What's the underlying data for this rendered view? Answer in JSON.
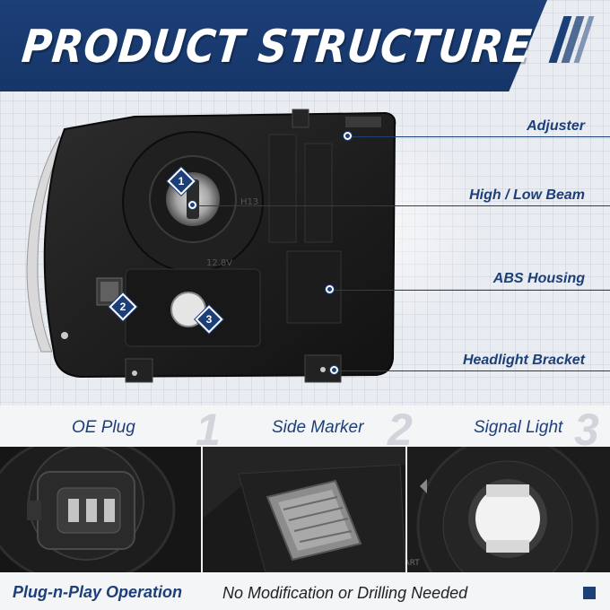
{
  "banner": {
    "title": "PRODUCT STRUCTURE"
  },
  "lamp": {
    "markers": [
      "1",
      "2",
      "3"
    ],
    "embossed_text": [
      "12.8V",
      "H13"
    ]
  },
  "callouts": [
    {
      "label": "Adjuster"
    },
    {
      "label": "High / Low Beam"
    },
    {
      "label": "ABS Housing"
    },
    {
      "label": "Headlight Bracket"
    }
  ],
  "features": [
    {
      "label": "OE Plug",
      "number": "1"
    },
    {
      "label": "Side Marker",
      "number": "2"
    },
    {
      "label": "Signal Light",
      "number": "3"
    }
  ],
  "detail_photos": {
    "signal_text": "START"
  },
  "footer": {
    "headline": "Plug-n-Play Operation",
    "text": "No Modification or Drilling Needed"
  },
  "colors": {
    "brand_blue": "#1c3f78",
    "housing_black": "#1a1a1a",
    "background": "#e9ecf0"
  }
}
